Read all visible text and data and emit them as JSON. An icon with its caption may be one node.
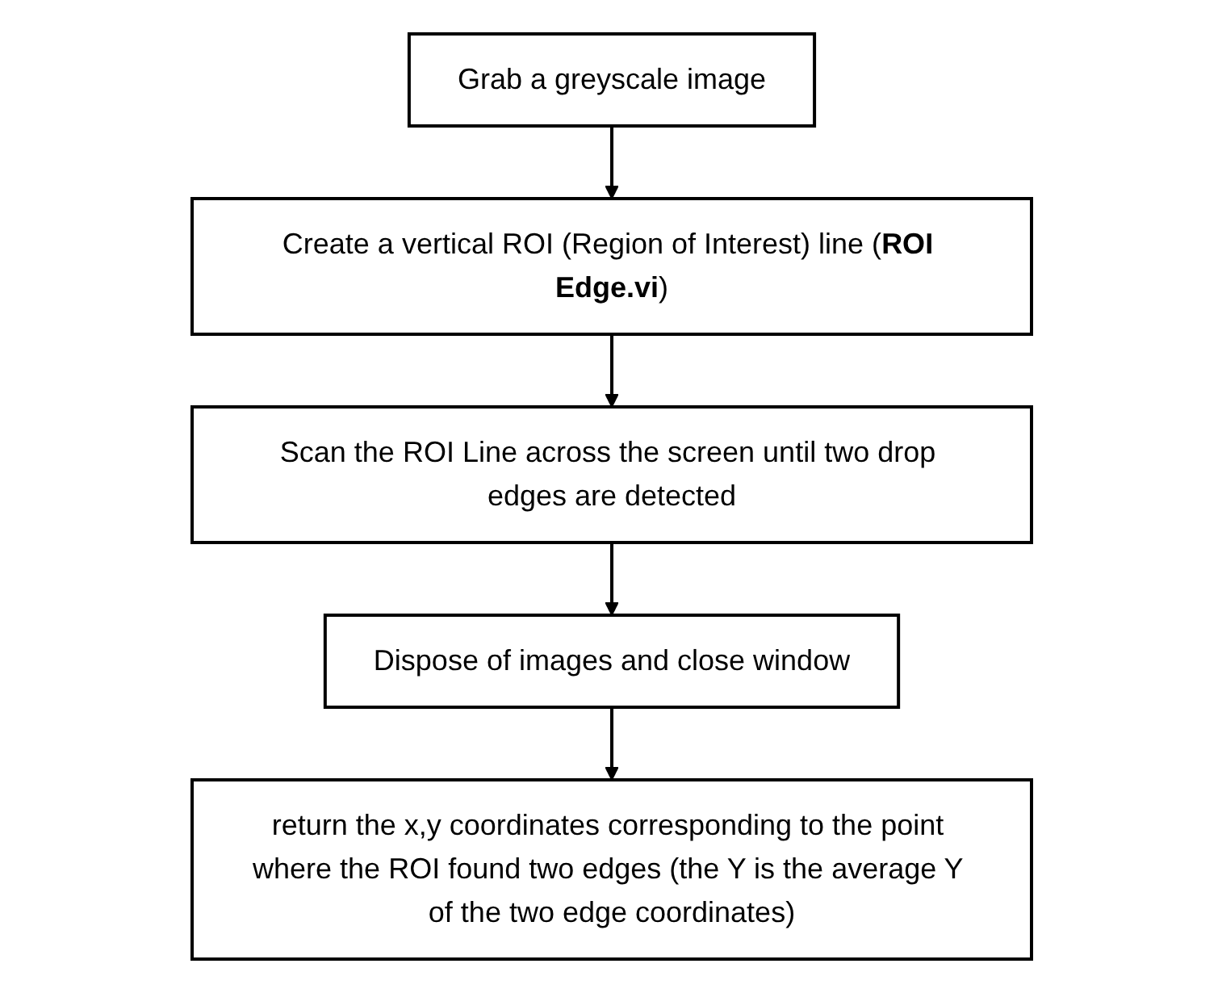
{
  "diagram": {
    "nodes": [
      {
        "text": [
          "Grab a greyscale image"
        ]
      },
      {
        "text": [
          "Create a vertical ROI (Region of Interest) line (**ROI Edge.vi**)"
        ]
      },
      {
        "text": [
          "Scan the ROI Line across the screen until two drop edges are detected"
        ]
      },
      {
        "text": [
          "Dispose of images and close window"
        ]
      },
      {
        "text": [
          "return the x,y coordinates corresponding to the point where the ROI found two edges (the Y is the average Y of the two edge coordinates)"
        ]
      }
    ],
    "edges": [
      {
        "from": 0,
        "to": 1,
        "arrow": "to"
      },
      {
        "from": 1,
        "to": 2,
        "arrow": "to"
      },
      {
        "from": 2,
        "to": 3,
        "arrow": "to"
      },
      {
        "from": 3,
        "to": 4,
        "arrow": "to"
      }
    ]
  }
}
